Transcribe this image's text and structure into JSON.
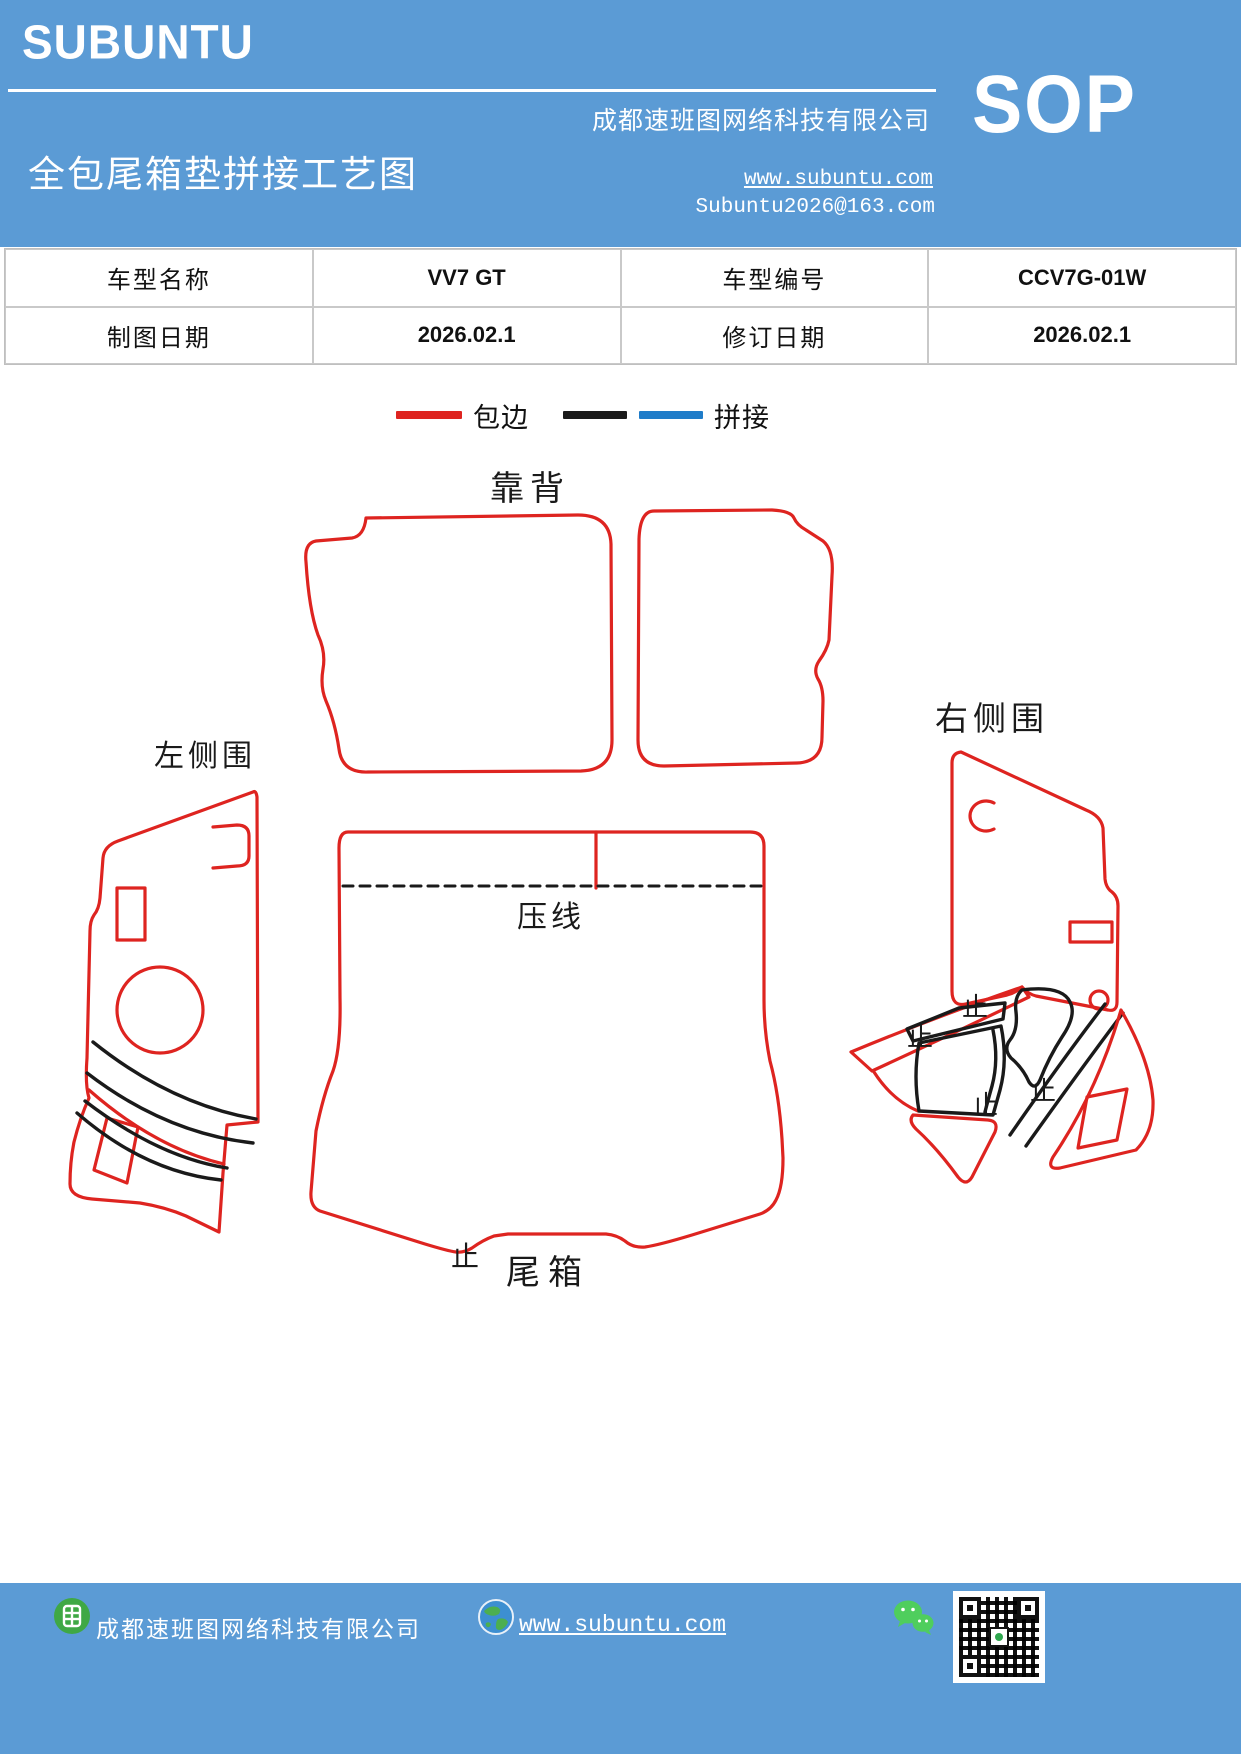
{
  "colors": {
    "brand_blue": "#5B9BD5",
    "edge_red": "#DE2420",
    "splice_black": "#1A1A1A",
    "splice_blue": "#1F7CC9",
    "table_border": "#BFBFBF",
    "logo_green": "#3FA845",
    "globe_blue": "#3D8FD1",
    "globe_green": "#4CAF50",
    "wechat_green": "#4FCE5D"
  },
  "header": {
    "brand": "SUBUNTU",
    "title": "全包尾箱垫拼接工艺图",
    "company": "成都速班图网络科技有限公司",
    "sop_label": "SOP",
    "website": "www.subuntu.com",
    "email": "Subuntu2026@163.com"
  },
  "info_table": {
    "rows": [
      [
        "车型名称",
        "VV7 GT",
        "车型编号",
        "CCV7G-01W"
      ],
      [
        "制图日期",
        "2026.02.1",
        "修订日期",
        "2026.02.1"
      ]
    ]
  },
  "legend": {
    "edge_label": "包边",
    "splice_label": "拼接"
  },
  "diagram": {
    "labels": {
      "backrest": "靠背",
      "left_side": "左侧围",
      "right_side": "右侧围",
      "press_line": "压线",
      "trunk": "尾箱"
    },
    "stop_mark": "止",
    "stop_mark_count": 5
  },
  "footer": {
    "company": "成都速班图网络科技有限公司",
    "website": "www.subuntu.com",
    "icons": [
      "company-logo",
      "globe",
      "wechat",
      "qr-code"
    ]
  }
}
